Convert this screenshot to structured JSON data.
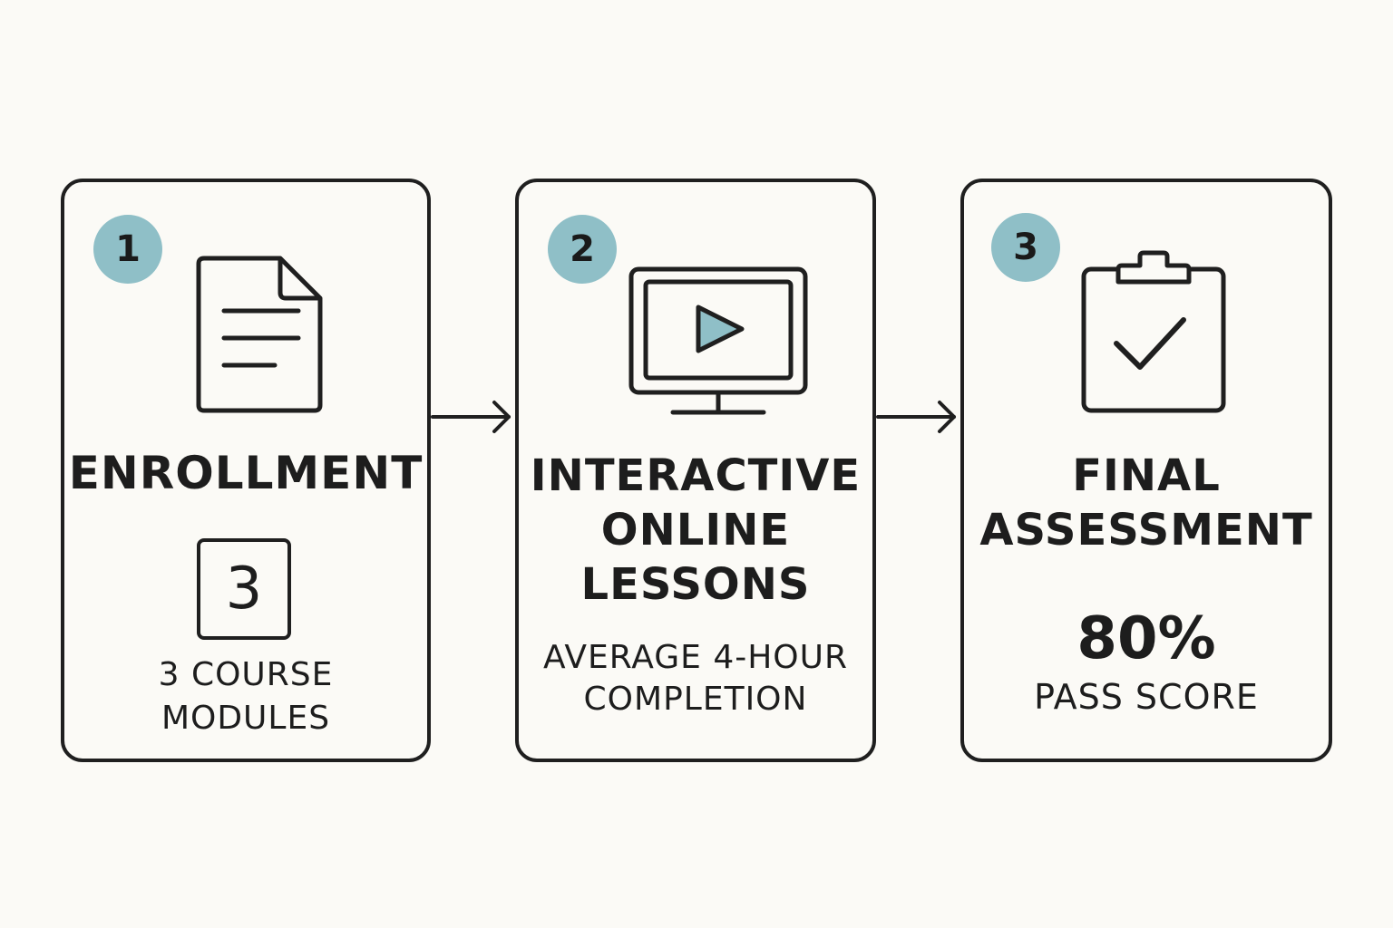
{
  "steps": [
    {
      "number": "1",
      "title": "ENROLLMENT",
      "stat": "3",
      "detail": "3 COURSE\nMODULES",
      "icon": "document-icon"
    },
    {
      "number": "2",
      "title": "INTERACTIVE\nONLINE\nLESSONS",
      "detail": "AVERAGE 4-HOUR\nCOMPLETION",
      "icon": "monitor-play-icon"
    },
    {
      "number": "3",
      "title": "FINAL\nASSESSMENT",
      "stat": "80%",
      "detail": "PASS SCORE",
      "icon": "clipboard-check-icon"
    }
  ],
  "colors": {
    "badge": "#8fbfc7",
    "stroke": "#1f1f1f",
    "background": "#fbfaf6"
  }
}
